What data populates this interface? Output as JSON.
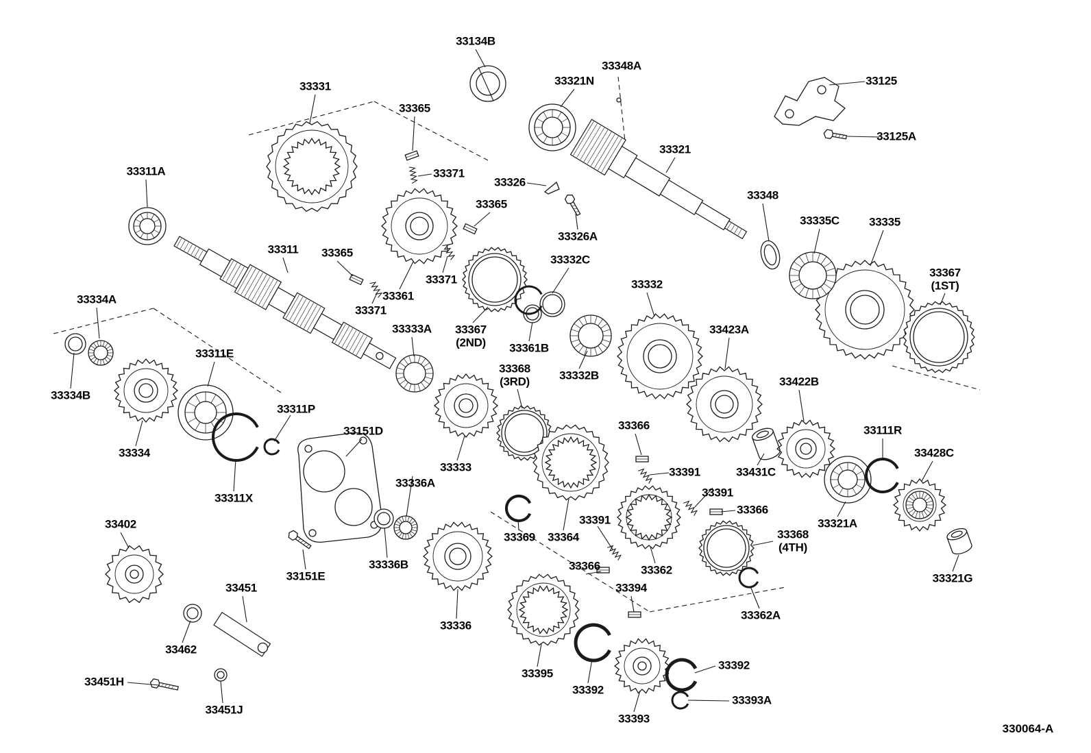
{
  "diagram_number": "330064-A",
  "labels": [
    "33134B",
    "33348A",
    "33321N",
    "33331",
    "33125",
    "33365",
    "33125A",
    "33311A",
    "33371",
    "33326",
    "33321",
    "33365",
    "33326A",
    "33348",
    "33335C",
    "33335",
    "33311",
    "33365",
    "33361",
    "33371",
    "33332C",
    "33367\n(1ST)",
    "33371",
    "33333A",
    "33367\n(2ND)",
    "33361B",
    "33332",
    "33334A",
    "33423A",
    "33332B",
    "33368\n(3RD)",
    "33311E",
    "33422B",
    "33334B",
    "33311P",
    "33111R",
    "33334",
    "33151D",
    "33428C",
    "33366",
    "33391",
    "33431C",
    "33311X",
    "33336A",
    "33333",
    "33391",
    "33366",
    "33321A",
    "33402",
    "33369",
    "33364",
    "33391",
    "33368\n(4TH)",
    "33366",
    "33362",
    "33151E",
    "33336B",
    "33451",
    "33394",
    "33362A",
    "33321G",
    "33462",
    "33336",
    "33451H",
    "33392",
    "33395",
    "33392",
    "33451J",
    "33393A",
    "33393"
  ]
}
